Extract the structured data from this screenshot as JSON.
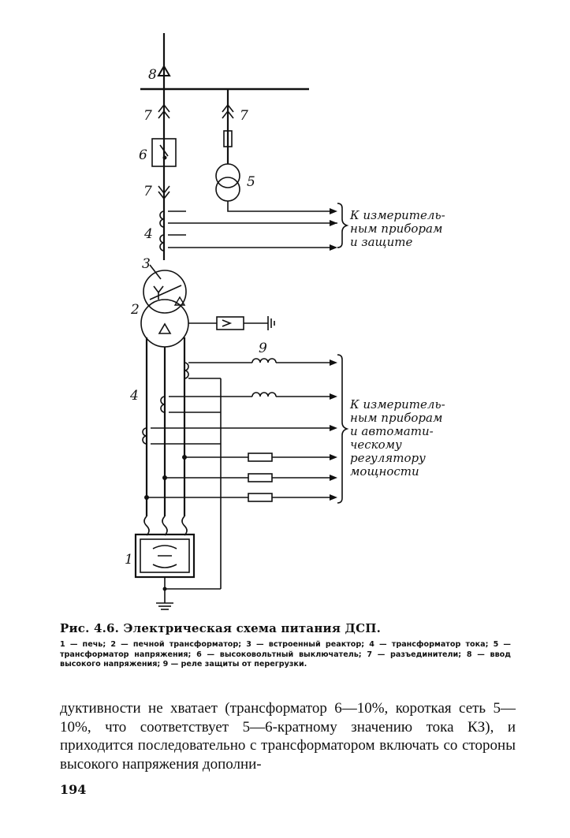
{
  "figure": {
    "labels": {
      "n1": "1",
      "n2": "2",
      "n3": "3",
      "n4a": "4",
      "n4b": "4",
      "n5": "5",
      "n6": "6",
      "n7a": "7",
      "n7b": "7",
      "n7c": "7",
      "n8": "8",
      "n9": "9"
    },
    "note_top": [
      "К измеритель-",
      "ным приборам",
      "и защите"
    ],
    "note_bottom": [
      "К измеритель-",
      "ным приборам",
      "и автомати-",
      "ческому",
      "регулятору",
      "мощности"
    ]
  },
  "caption": {
    "title": "Рис. 4.6. Электрическая схема питания ДСП.",
    "legend": "1 — печь; 2 — печной трансформатор; 3 — встроенный реактор; 4 — трансформатор тока; 5 — трансформатор напряжения; 6 — высоковольтный выключатель; 7 — разъединители; 8 — ввод высокого напряжения; 9 — реле защиты от перегрузки."
  },
  "body_text": "дуктивности не хватает (трансформатор 6—10%, короткая сеть 5—10%, что соответствует 5—6-кратному значению тока КЗ), и приходится последовательно с трансформатором включать со стороны высокого напряжения дополни-",
  "page_number": "194"
}
